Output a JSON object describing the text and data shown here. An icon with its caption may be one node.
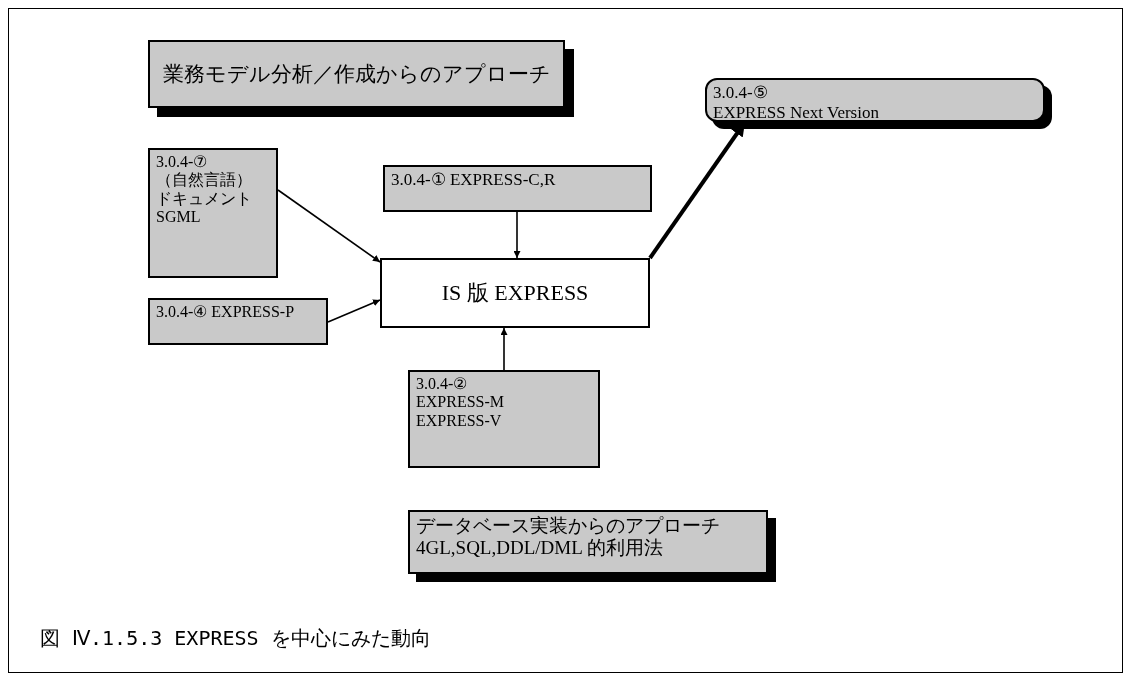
{
  "diagram": {
    "caption": "図 Ⅳ.1.5.3 EXPRESS を中心にみた動向",
    "nodes": [
      {
        "text": [
          "業務モデル分析／作成からのアプローチ"
        ]
      },
      {
        "text": [
          "3.0.4-⑤",
          "EXPRESS Next Version"
        ]
      },
      {
        "text": [
          "3.0.4-⑦",
          "（自然言語）",
          "ドキュメント",
          "SGML"
        ]
      },
      {
        "text": [
          "3.0.4-① EXPRESS-C,R"
        ]
      },
      {
        "text": [
          "IS 版 EXPRESS"
        ]
      },
      {
        "text": [
          "3.0.4-④ EXPRESS-P"
        ]
      },
      {
        "text": [
          "3.0.4-②",
          "EXPRESS-M",
          "EXPRESS-V"
        ]
      },
      {
        "text": [
          "データベース実装からのアプローチ",
          "4GL,SQL,DDL/DML 的利用法"
        ]
      }
    ],
    "edges": [
      {
        "from": 2,
        "to": 4,
        "arrow": "to"
      },
      {
        "from": 3,
        "to": 4,
        "arrow": "to"
      },
      {
        "from": 5,
        "to": 4,
        "arrow": "to"
      },
      {
        "from": 6,
        "to": 4,
        "arrow": "to"
      },
      {
        "from": 4,
        "to": 1,
        "arrow": "to",
        "style": "thick"
      }
    ]
  }
}
